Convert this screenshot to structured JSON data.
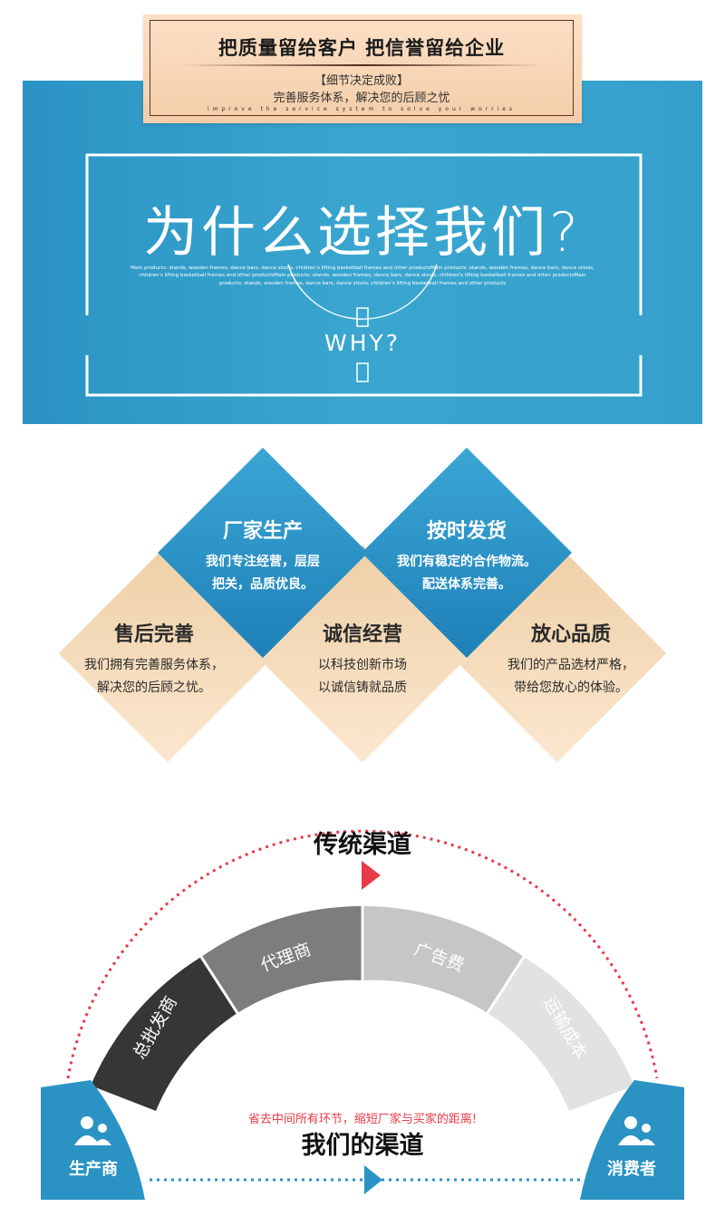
{
  "slogan": {
    "title": "把质量留给客户 把信誉留给企业",
    "bracket": "【细节决定成败】",
    "subtitle": "完善服务体系，解决您的后顾之忧",
    "english": "improve the service system to solve your worries"
  },
  "why": {
    "title": "为什么选择我们?",
    "english": "Main products: stands, wooden frames, dance bars, dance stools, children's lifting basketball frames and other productsMain products: stands, wooden frames, dance bars, dance stools, children's lifting basketball frames and other productsMain products: stands, wooden frames, dance bars, dance stools, children's lifting basketball frames and other productsMain products: stands, wooden frames, dance bars, dance stools, children's lifting basketball frames and other products",
    "word": "WHY?"
  },
  "features": [
    {
      "title": "厂家生产",
      "lines": [
        "我们专注经营，层层",
        "把关，品质优良。"
      ]
    },
    {
      "title": "按时发货",
      "lines": [
        "我们有稳定的合作物流。",
        "配送体系完善。"
      ]
    },
    {
      "title": "售后完善",
      "lines": [
        "我们拥有完善服务体系，",
        "解决您的后顾之忧。"
      ]
    },
    {
      "title": "诚信经营",
      "lines": [
        "以科技创新市场",
        "以诚信铸就品质"
      ]
    },
    {
      "title": "放心品质",
      "lines": [
        "我们的产品选材严格，",
        "带给您放心的体验。"
      ]
    }
  ],
  "channels": {
    "traditional_label": "传统渠道",
    "segments": [
      "总批发商",
      "代理商",
      "广告费",
      "运输成本"
    ],
    "tagline": "省去中间所有环节，缩短厂家与买家的距离!",
    "our_label": "我们的渠道",
    "producer": "生产商",
    "consumer": "消费者"
  },
  "colors": {
    "brand_blue": "#2a93c4",
    "tan": "#f4cda8",
    "accent_red": "#e83a48",
    "dark_segment": "#333333",
    "mid_segment": "#7b7b7b",
    "light_segment": "#c8c8c8",
    "lighter_segment": "#e3e3e3"
  }
}
